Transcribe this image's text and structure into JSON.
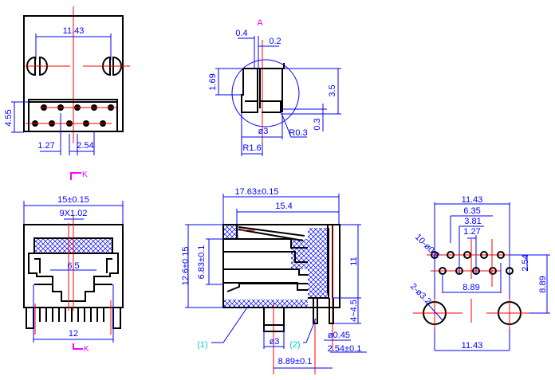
{
  "colors": {
    "outline": "#000000",
    "dimension": "#0000ff",
    "centerline": "#ff0000",
    "section_marker": "#ff00ff",
    "callout": "#00d0d0"
  },
  "front_view": {
    "width_dim": "11.43",
    "height_dim": "4.55",
    "pitch_half": "1.27",
    "pitch": "2.54",
    "section_marker": "K"
  },
  "side_section": {
    "section_marker": "A",
    "dim_a": "0.4",
    "dim_b": "0.2",
    "dim_c": "1.69",
    "dim_d": "3.5",
    "dim_e": "0.3",
    "diameter": "ø3",
    "radius_small": "R0.3",
    "radius_large": "R1.6"
  },
  "rear_view": {
    "overall_width": "15±0.15",
    "contact_pitch": "9X1.02",
    "opening": "6.5",
    "post_span": "12",
    "section_marker": "K"
  },
  "side_view": {
    "overall_depth": "17.63±0.15",
    "body_depth": "15.4",
    "overall_height": "12.6±0.15",
    "opening_height": "6.83±0.1",
    "body_height": "11",
    "pin_length": "4~4.5",
    "pin_diameter": "ø0.45",
    "pin_pitch": "2.54±0.1",
    "pin_span": "8.89±0.1",
    "post_diameter": "ø3",
    "callout_1": "(1)",
    "callout_2": "(2)"
  },
  "pcb_layout": {
    "top_span": "11.43",
    "span_b": "6.35",
    "span_c": "3.81",
    "span_d": "1.27",
    "pin_holes": "10-ø0.9",
    "row_pitch": "2.54",
    "depth": "8.89",
    "row_span": "8.89",
    "post_holes": "2-ø3.2",
    "bottom_span": "11.43"
  }
}
